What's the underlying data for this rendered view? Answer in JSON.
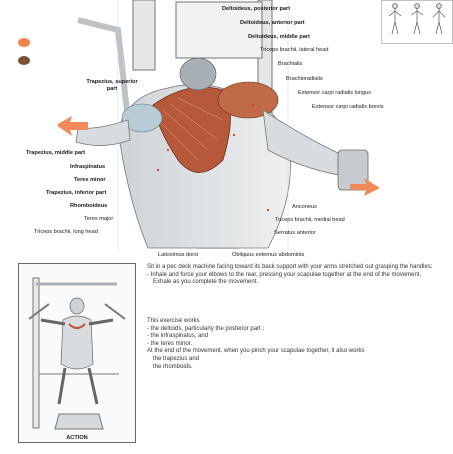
{
  "dots": [
    {
      "name": "orange-dot",
      "color": "#f0824a"
    },
    {
      "name": "brown-dot",
      "color": "#7a5236"
    }
  ],
  "labels_right": [
    "Deltoideus, posterior part",
    "Deltoideus, anterior part",
    "Deltoideus, middle part",
    "Triceps brachii, lateral head",
    "Brachialis",
    "Brachioradialis",
    "Extensor carpi radialis longus",
    "Extensor carpi radialis brevis"
  ],
  "labels_left": [
    "Trapezius, superior part",
    "Trapezius, middle part",
    "Infraspinatus",
    "Teres minor",
    "Trapezius, inferior part",
    "Rhomboideus",
    "Teres major",
    "Triceps brachii, long head"
  ],
  "labels_lower_right": [
    "Anconeus",
    "Triceps brachii, medial head",
    "Serratus anterior"
  ],
  "labels_bottom": [
    "Latissimus dorsi",
    "Obliquus externus abdominis"
  ],
  "instructions": [
    "Sit in a pec deck machine facing toward its back support with your arms stretched out grasping the handles:",
    "- Inhale and force your elbows to the rear, pressing your scapulae together at the end of the movement.",
    "  Exhale as you complete the movement."
  ],
  "works": [
    "This exercise works",
    "- the deltoids, particularly the posterior part ;",
    "- the infraspinatus, and",
    "- the teres minor.",
    "At the end of the movement, when you pinch your scapulae together, it also works",
    "  the trapezius and",
    "  the rhomboids."
  ],
  "action_label": "ACTION"
}
